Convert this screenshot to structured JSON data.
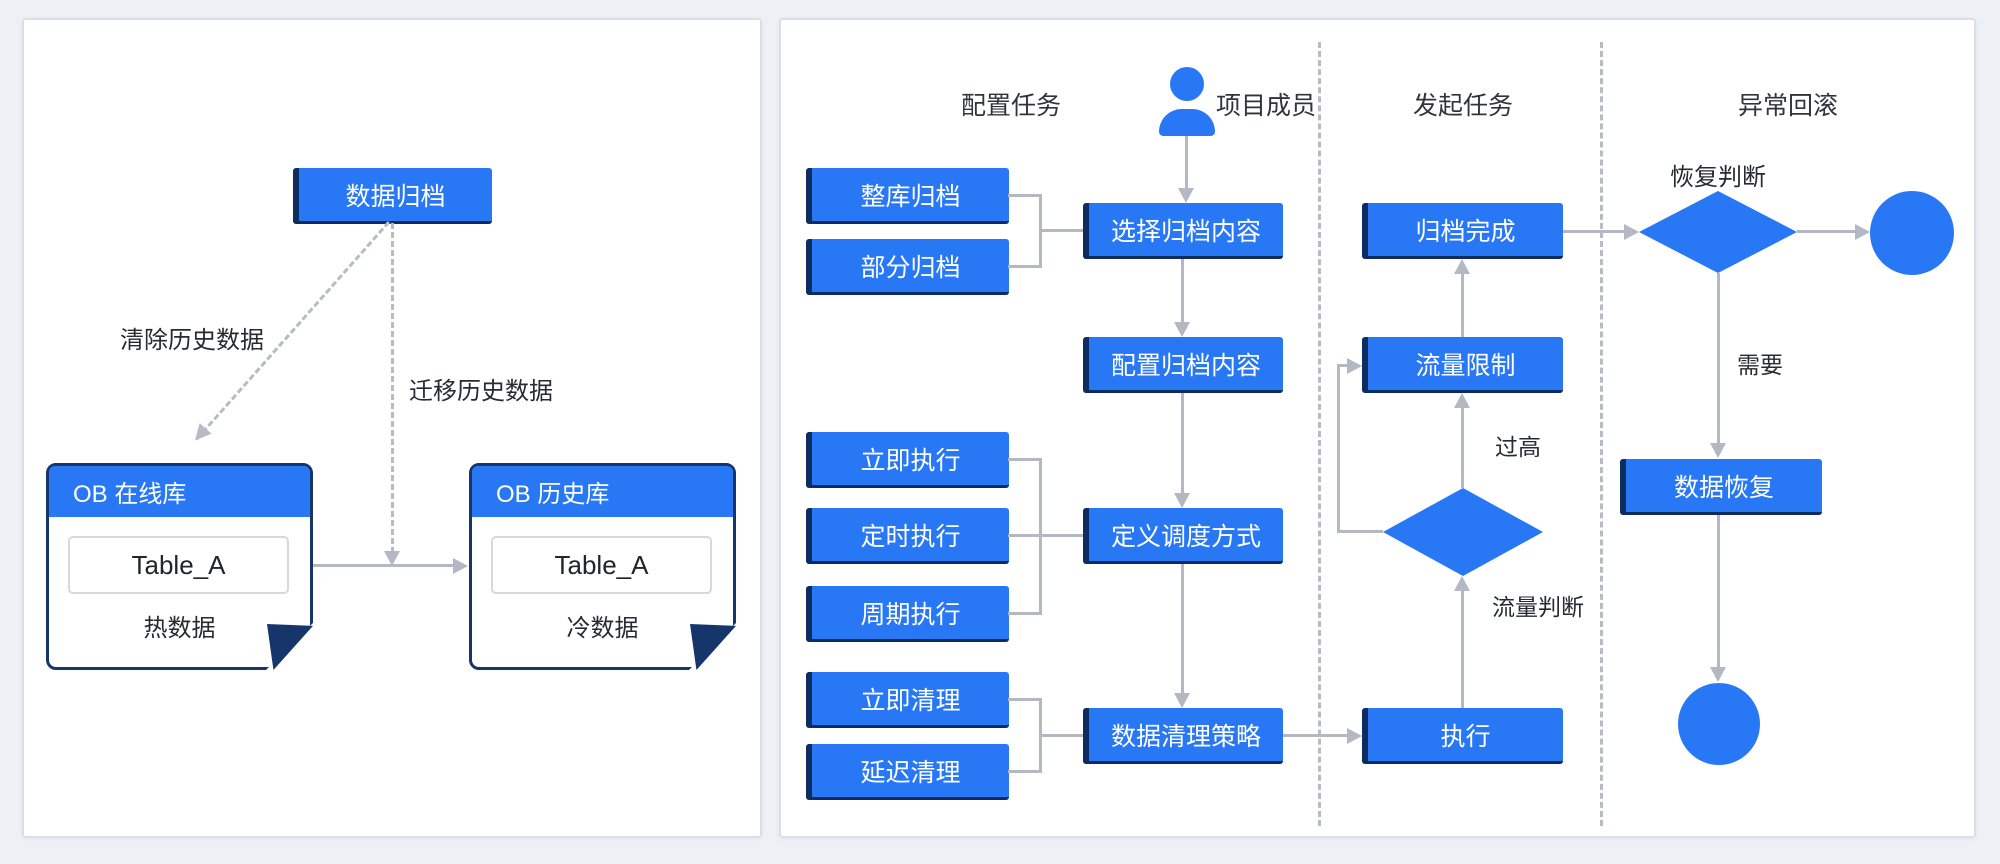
{
  "colors": {
    "accent": "#2878f6",
    "navy": "#0d2c5f",
    "connector": "#b4b8c2",
    "card_border": "#16356b"
  },
  "left": {
    "root": "数据归档",
    "edge_clear": "清除历史数据",
    "edge_migrate": "迁移历史数据",
    "cards": [
      {
        "title": "OB 在线库",
        "table": "Table_A",
        "tag": "热数据"
      },
      {
        "title": "OB 历史库",
        "table": "Table_A",
        "tag": "冷数据"
      }
    ]
  },
  "right": {
    "lanes": {
      "configure": "配置任务",
      "member": "项目成员",
      "launch": "发起任务",
      "rollback": "异常回滚"
    },
    "col1": [
      "整库归档",
      "部分归档",
      "立即执行",
      "定时执行",
      "周期执行",
      "立即清理",
      "延迟清理"
    ],
    "mid": [
      "选择归档内容",
      "配置归档内容",
      "定义调度方式",
      "数据清理策略"
    ],
    "lane3": [
      "归档完成",
      "流量限制",
      "执行"
    ],
    "recover_box": "数据恢复",
    "labels": {
      "too_high": "过高",
      "flow_judge": "流量判断",
      "recover_judge": "恢复判断",
      "need": "需要"
    }
  }
}
